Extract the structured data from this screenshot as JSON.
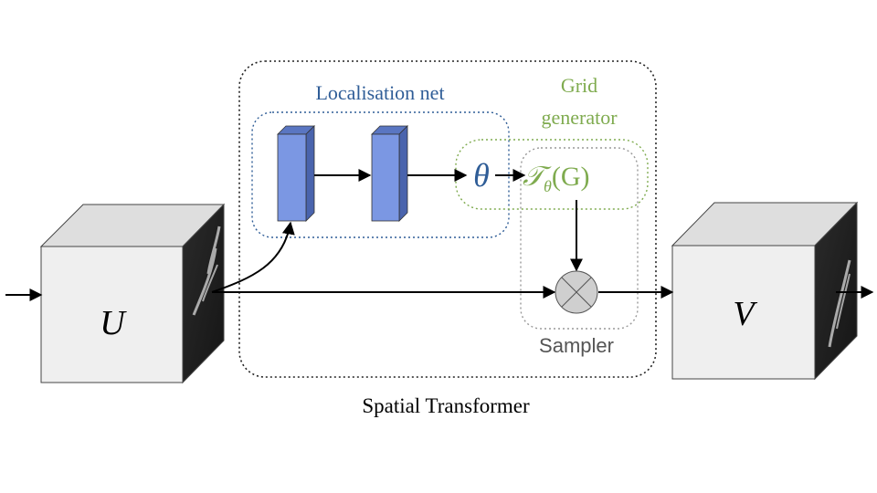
{
  "diagram": {
    "input_label": "U",
    "output_label": "V",
    "localisation_label": "Localisation net",
    "grid_label_line1": "Grid",
    "grid_label_line2": "generator",
    "theta_symbol": "θ",
    "transform_symbol": "𝒯",
    "transform_subscript": "θ",
    "transform_argument": "(G)",
    "sampler_label": "Sampler",
    "caption": "Spatial Transformer",
    "colors": {
      "localisation": "#2f5d97",
      "grid": "#7fab4f",
      "layer_fill": "#7b97e3",
      "sampler_node": "#cfcfcf",
      "cube_face": "#efefef"
    }
  }
}
